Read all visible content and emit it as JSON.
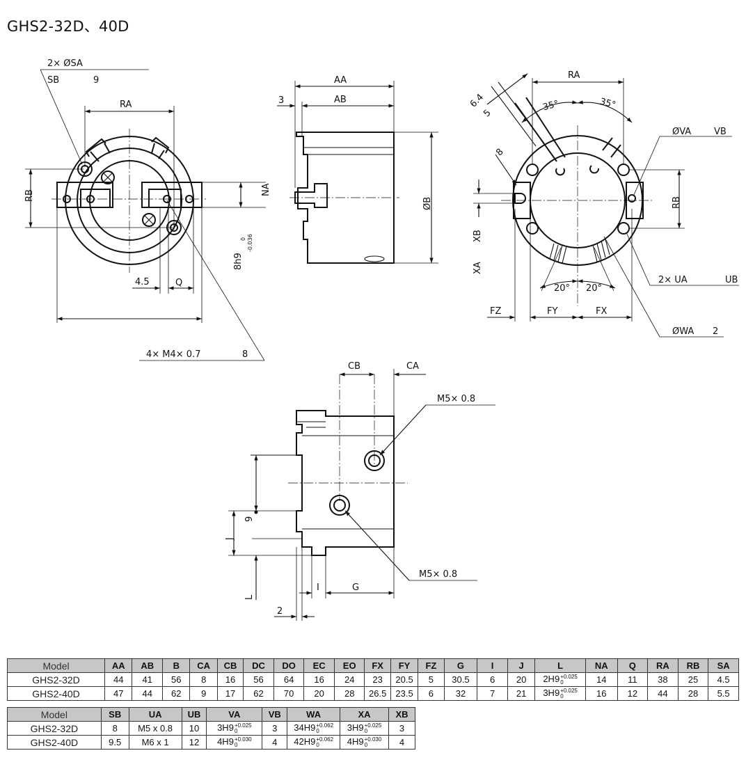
{
  "title": "GHS2-32D、40D",
  "labels": {
    "sa": "2× ØSA",
    "sb": "SB",
    "sb_depth": "9",
    "ra": "RA",
    "rb": "RB",
    "na": "NA",
    "q": "Q",
    "dim_4_5": "4.5",
    "h8": "8h9",
    "h8_tol_up": "0",
    "h8_tol_lo": "-0.036",
    "m4": "4× M4× 0.7",
    "m4_depth": "8",
    "aa": "AA",
    "ab": "AB",
    "dim_3": "3",
    "b": "ØB",
    "d64": "6.4",
    "d5": "5",
    "d8": "8",
    "a35l": "35°",
    "a35r": "35°",
    "va": "ØVA",
    "vb": "VB",
    "xb": "XB",
    "xa": "XA",
    "a20l": "20°",
    "a20r": "20°",
    "ua": "2× UA",
    "ub": "UB",
    "fz": "FZ",
    "fy": "FY",
    "fx": "FX",
    "wa": "ØWA",
    "wa_n": "2",
    "cb": "CB",
    "ca": "CA",
    "m5_top": "M5× 0.8",
    "m5_bot": "M5× 0.8",
    "d9": "9",
    "j": "J",
    "l": "L",
    "i": "I",
    "g": "G",
    "d2": "2"
  },
  "table1": {
    "headers": [
      "Model",
      "AA",
      "AB",
      "B",
      "CA",
      "CB",
      "DC",
      "DO",
      "EC",
      "EO",
      "FX",
      "FY",
      "FZ",
      "G",
      "I",
      "J",
      "L",
      "NA",
      "Q",
      "RA",
      "RB",
      "SA"
    ],
    "rows": [
      [
        "GHS2-32D",
        "44",
        "41",
        "56",
        "8",
        "16",
        "56",
        "64",
        "16",
        "24",
        "23",
        "20.5",
        "5",
        "30.5",
        "6",
        "20",
        "2H9",
        "14",
        "11",
        "38",
        "25",
        "4.5"
      ],
      [
        "GHS2-40D",
        "47",
        "44",
        "62",
        "9",
        "17",
        "62",
        "70",
        "20",
        "28",
        "26.5",
        "23.5",
        "6",
        "32",
        "7",
        "21",
        "3H9",
        "16",
        "12",
        "44",
        "28",
        "5.5"
      ]
    ],
    "l_tol": [
      [
        "+0.025",
        "0"
      ],
      [
        "+0.025",
        "0"
      ]
    ]
  },
  "table2": {
    "headers": [
      "Model",
      "SB",
      "UA",
      "UB",
      "VA",
      "VB",
      "WA",
      "XA",
      "XB"
    ],
    "rows": [
      [
        "GHS2-32D",
        "8",
        "M5 x 0.8",
        "10",
        "3H9",
        "3",
        "34H9",
        "3H9",
        "3"
      ],
      [
        "GHS2-40D",
        "9.5",
        "M6 x 1",
        "12",
        "4H9",
        "4",
        "42H9",
        "4H9",
        "4"
      ]
    ],
    "tol": {
      "va": [
        [
          "+0.025",
          "0"
        ],
        [
          "+0.030",
          "0"
        ]
      ],
      "wa": [
        [
          "+0.062",
          "0"
        ],
        [
          "+0.062",
          "0"
        ]
      ],
      "xa": [
        [
          "+0.025",
          "0"
        ],
        [
          "+0.030",
          "0"
        ]
      ]
    }
  }
}
